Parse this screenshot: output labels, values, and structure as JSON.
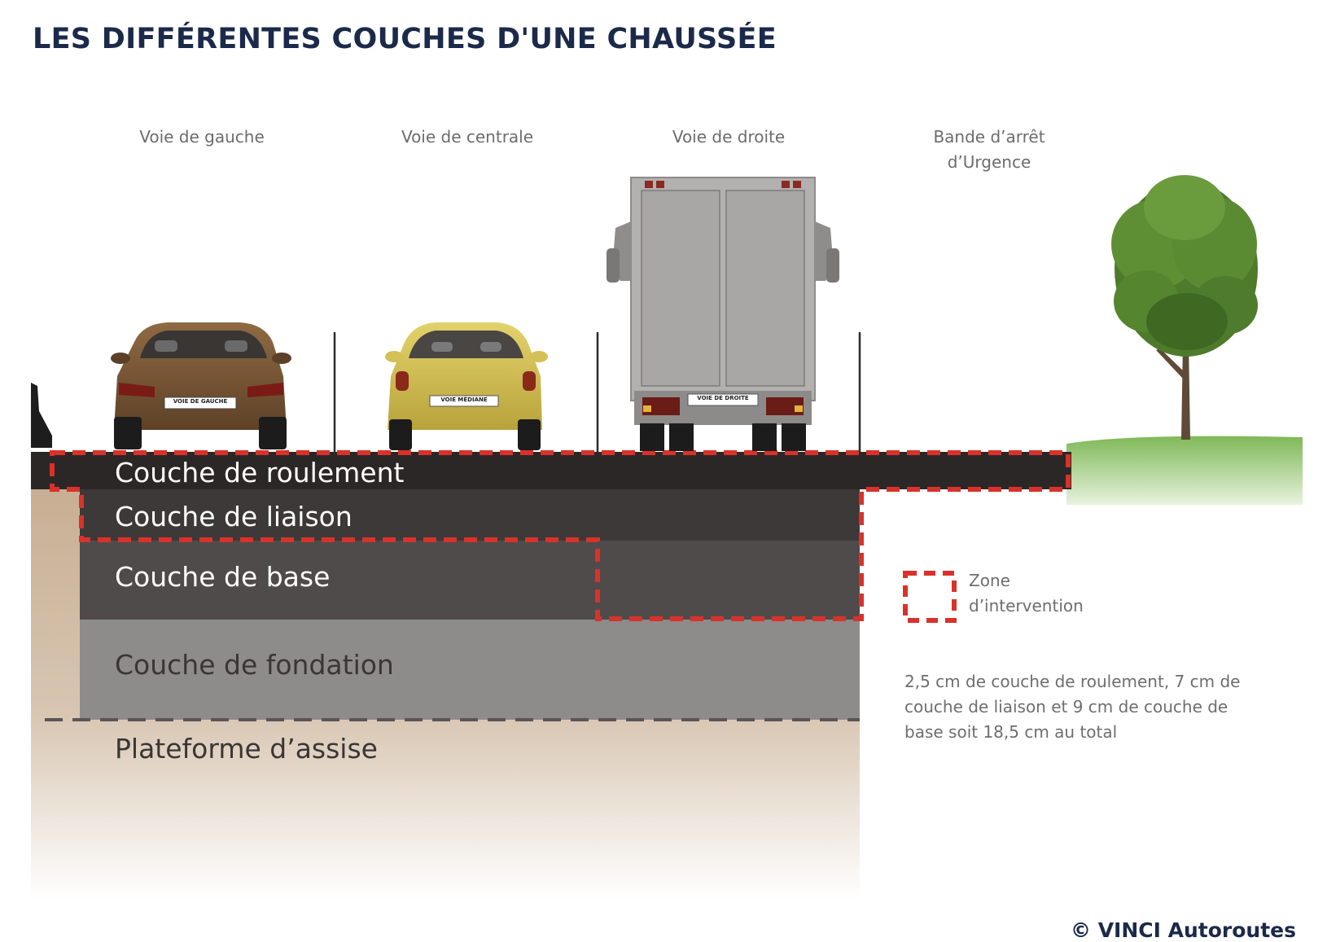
{
  "title": "LES DIFFÉRENTES COUCHES D'UNE CHAUSSÉE",
  "lanes": [
    {
      "label": "Voie de gauche",
      "plate": "VOIE DE GAUCHE"
    },
    {
      "label": "Voie de centrale",
      "plate": "VOIE MÉDIANE"
    },
    {
      "label": "Voie de droite",
      "plate": "VOIE DE DROITE"
    },
    {
      "label": "Bande d’arrêt\nd’Urgence"
    }
  ],
  "layers": [
    {
      "name": "Couche de roulement",
      "color": "#2b2726"
    },
    {
      "name": "Couche de liaison",
      "color": "#3d3938"
    },
    {
      "name": "Couche de base",
      "color": "#4f4b4a"
    },
    {
      "name": "Couche de fondation",
      "color": "#8e8b8b"
    },
    {
      "name": "Plateforme d’assise",
      "color": "#c9b197"
    }
  ],
  "legend": {
    "label": "Zone\nd’intervention",
    "color": "#d8322a"
  },
  "note": "2,5 cm de couche de roulement, 7 cm de couche de liaison et 9 cm de couche de base soit 18,5 cm au total",
  "credit": "© VINCI Autoroutes"
}
